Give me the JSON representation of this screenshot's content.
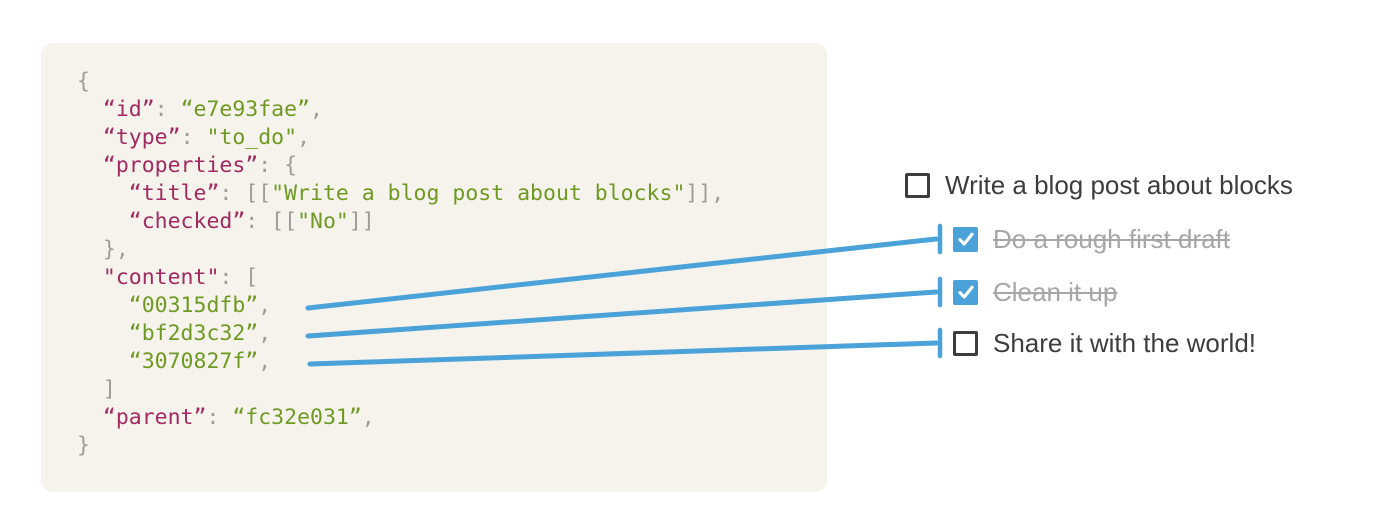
{
  "colors": {
    "accent_blue": "#4aa2d8",
    "json_key": "#a02a61",
    "json_string": "#6e9a24",
    "json_punctuation": "#9c9c98",
    "panel_background": "#f6f3ec",
    "todo_text": "#3d3d3d",
    "todo_text_done": "#a7a7a7"
  },
  "code_panel": {
    "language": "json",
    "lines": [
      [
        [
          "p",
          "{"
        ]
      ],
      [
        [
          "p",
          "  "
        ],
        [
          "k",
          "“id”"
        ],
        [
          "p",
          ": "
        ],
        [
          "s",
          "“e7e93fae”"
        ],
        [
          "p",
          ","
        ]
      ],
      [
        [
          "p",
          "  "
        ],
        [
          "k",
          "“type”"
        ],
        [
          "p",
          ": "
        ],
        [
          "s",
          "\"to_do\""
        ],
        [
          "p",
          ","
        ]
      ],
      [
        [
          "p",
          "  "
        ],
        [
          "k",
          "“properties”"
        ],
        [
          "p",
          ": {"
        ]
      ],
      [
        [
          "p",
          "    "
        ],
        [
          "k",
          "“title”"
        ],
        [
          "p",
          ": [["
        ],
        [
          "s",
          "\"Write a blog post about blocks\""
        ],
        [
          "p",
          "]],"
        ]
      ],
      [
        [
          "p",
          "    "
        ],
        [
          "k",
          "“checked”"
        ],
        [
          "p",
          ": [["
        ],
        [
          "s",
          "\"No\""
        ],
        [
          "p",
          "]]"
        ]
      ],
      [
        [
          "p",
          "  },"
        ]
      ],
      [
        [
          "p",
          "  "
        ],
        [
          "k",
          "\"content\""
        ],
        [
          "p",
          ": ["
        ]
      ],
      [
        [
          "p",
          "    "
        ],
        [
          "s",
          "“00315dfb”"
        ],
        [
          "p",
          ","
        ]
      ],
      [
        [
          "p",
          "    "
        ],
        [
          "s",
          "“bf2d3c32”"
        ],
        [
          "p",
          ","
        ]
      ],
      [
        [
          "p",
          "    "
        ],
        [
          "s",
          "“3070827f”"
        ],
        [
          "p",
          ","
        ]
      ],
      [
        [
          "p",
          "  ]"
        ]
      ],
      [
        [
          "p",
          "  "
        ],
        [
          "k",
          "“parent”"
        ],
        [
          "p",
          ": "
        ],
        [
          "s",
          "“fc32e031”"
        ],
        [
          "p",
          ","
        ]
      ],
      [
        [
          "p",
          "}"
        ]
      ]
    ]
  },
  "todo_list": {
    "items": [
      {
        "label": "Write a blog post about blocks",
        "checked": false,
        "struck": false,
        "indented": false
      },
      {
        "label": "Do a rough first draft",
        "checked": true,
        "struck": true,
        "indented": true
      },
      {
        "label": "Clean it up",
        "checked": true,
        "struck": true,
        "indented": true
      },
      {
        "label": "Share it with the world!",
        "checked": false,
        "struck": false,
        "indented": true
      }
    ]
  },
  "connections": [
    {
      "from_id": "00315dfb",
      "to_label": "Do a rough first draft"
    },
    {
      "from_id": "bf2d3c32",
      "to_label": "Clean it up"
    },
    {
      "from_id": "3070827f",
      "to_label": "Share it with the world!"
    }
  ]
}
